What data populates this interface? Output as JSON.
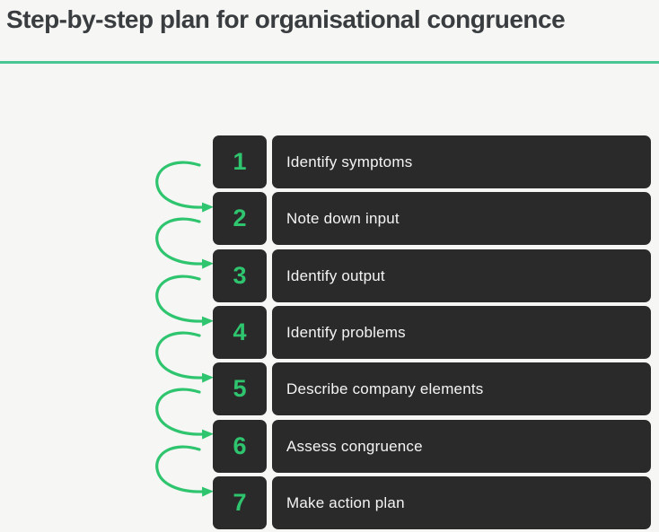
{
  "header": {
    "title": "Step-by-step plan for organisational congruence"
  },
  "steps": [
    {
      "number": "1",
      "label": "Identify symptoms"
    },
    {
      "number": "2",
      "label": "Note down input"
    },
    {
      "number": "3",
      "label": "Identify output"
    },
    {
      "number": "4",
      "label": "Identify problems"
    },
    {
      "number": "5",
      "label": "Describe company elements"
    },
    {
      "number": "6",
      "label": "Assess congruence"
    },
    {
      "number": "7",
      "label": "Make action plan"
    }
  ],
  "icons": [
    {
      "name": "curved-arrow-icon",
      "meaning": "flow from step to next step",
      "count": 6
    }
  ],
  "colors": {
    "background": "#f6f6f4",
    "box_dark": "#2a2a2a",
    "accent_green": "#2fc56f",
    "divider_green": "#48c795",
    "title_text": "#3a3d40",
    "label_text": "#f4f4f4"
  }
}
